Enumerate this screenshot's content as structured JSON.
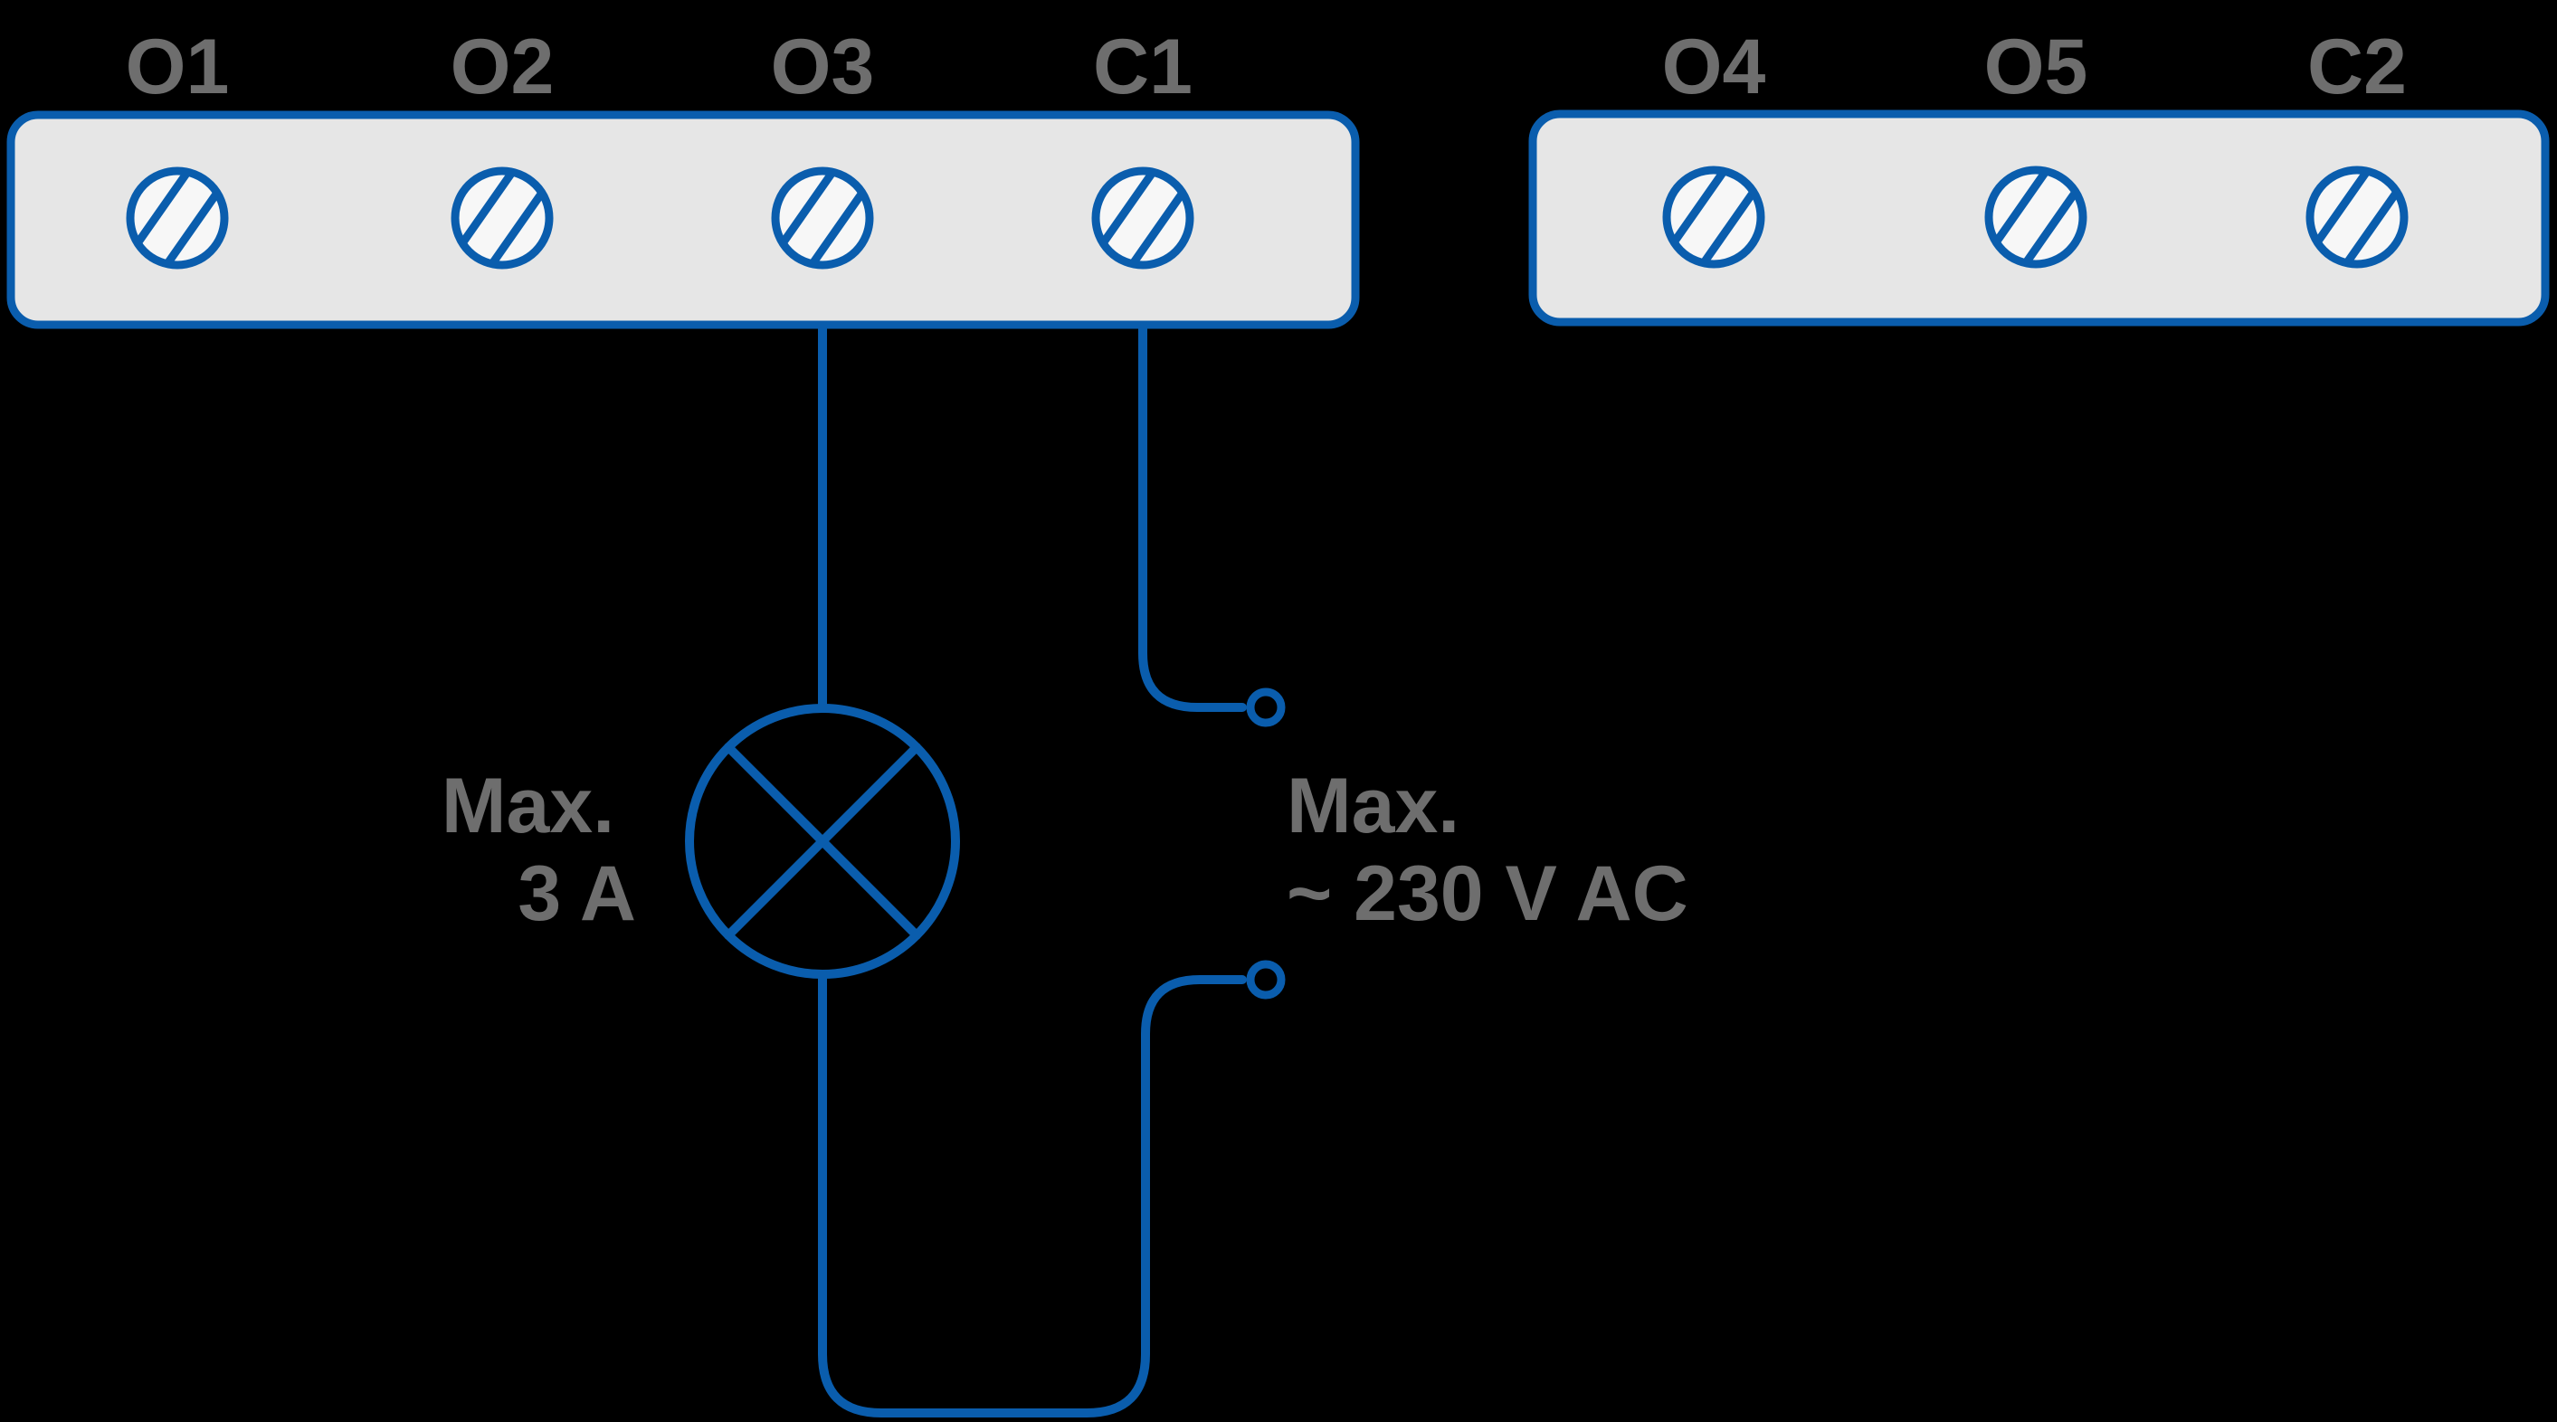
{
  "diagram": {
    "title": "relay-output-wiring-diagram",
    "colors": {
      "accent": "#0a5dad",
      "labelgray": "#6e6e6e",
      "blockfill": "#e6e6e6",
      "terminalfill": "#f7f7f7",
      "background": "#000000"
    },
    "blocks": {
      "left": {
        "terminals": [
          {
            "label": "O1"
          },
          {
            "label": "O2"
          },
          {
            "label": "O3"
          },
          {
            "label": "C1"
          }
        ]
      },
      "right": {
        "terminals": [
          {
            "label": "O4"
          },
          {
            "label": "O5"
          },
          {
            "label": "C2"
          }
        ]
      }
    },
    "annotations": {
      "lamp": {
        "line1": "Max.",
        "line2": "3 A"
      },
      "supply": {
        "line1": "Max.",
        "line2": "~ 230 V AC"
      }
    },
    "icons": {
      "screw_terminal": "screw-terminal-icon",
      "lamp": "lamp-icon",
      "open_end": "open-wire-terminal-icon"
    }
  }
}
